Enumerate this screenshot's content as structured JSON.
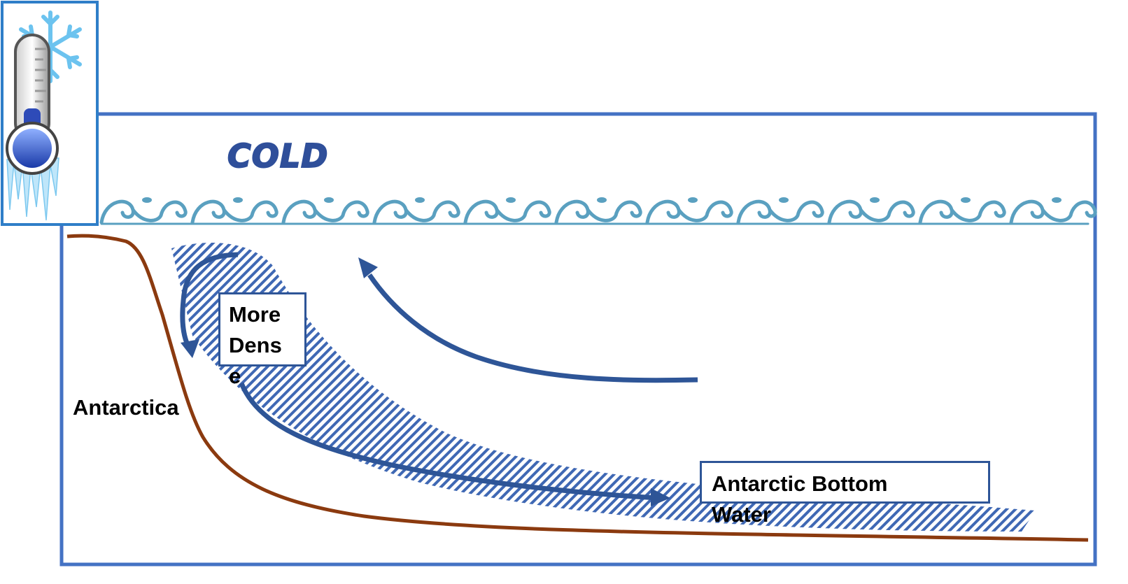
{
  "diagram": {
    "cold_label": "COLD",
    "land_label": "Antarctica",
    "dense_label": "More Dense",
    "dense_label_lines": [
      "More",
      "Dens",
      "e"
    ],
    "bottom_water_label": "Antarctic Bottom Water",
    "bottom_water_lines": [
      "Antarctic Bottom",
      "Water"
    ]
  },
  "colors": {
    "frame": "#4472c4",
    "arrow": "#2e5597",
    "land": "#8b3a0f",
    "waves": "#5aa0c0",
    "hatch": "#3560b0",
    "cold_text": "#2f4f9a"
  },
  "icons": {
    "thermometer": "cold-thermometer-icon",
    "snowflake": "snowflake-icon"
  }
}
